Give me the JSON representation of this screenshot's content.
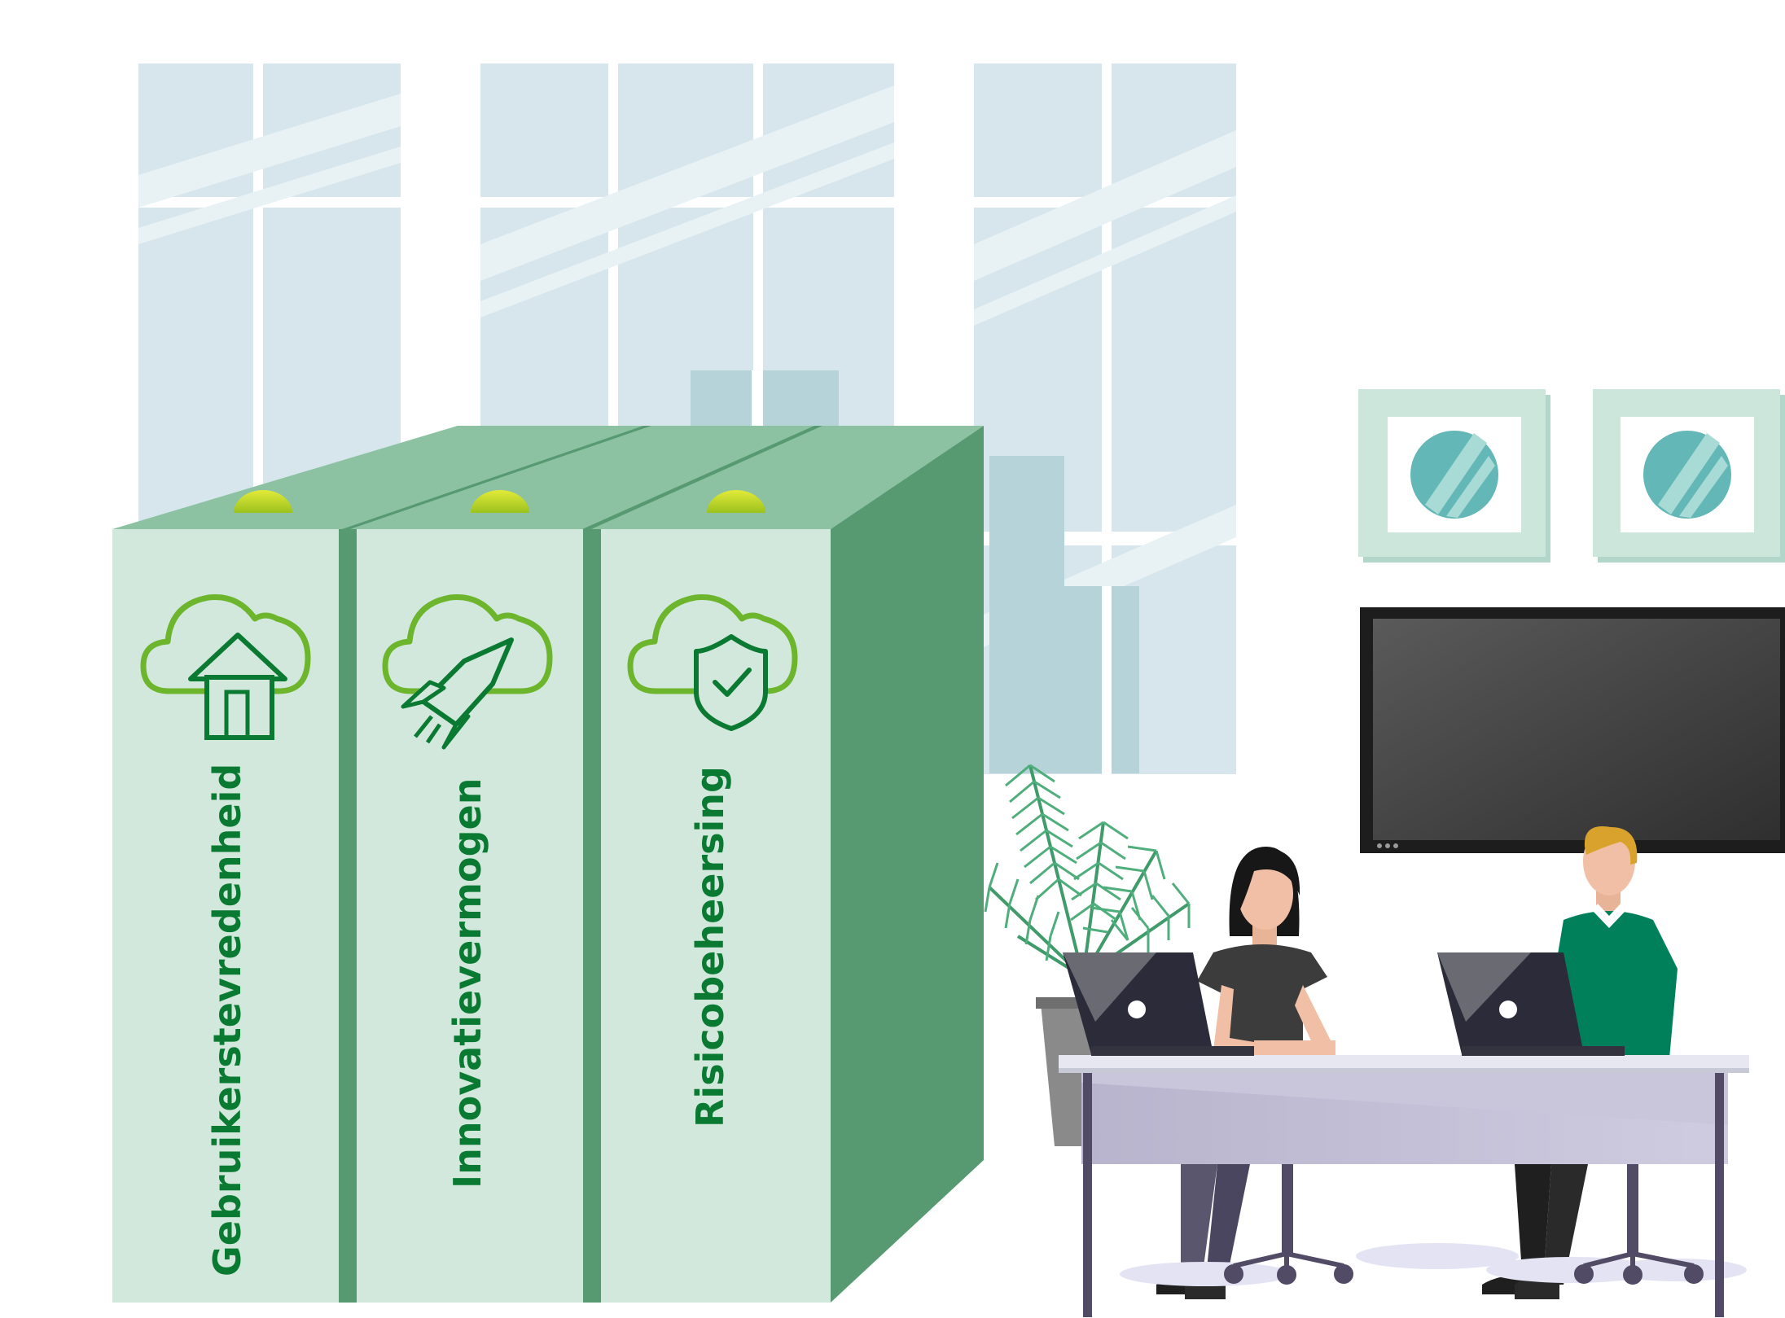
{
  "binders": [
    {
      "label": "Gebruikerstevredenheid",
      "icon": "cloud-house-icon"
    },
    {
      "label": "Innovatievermogen",
      "icon": "cloud-rocket-icon"
    },
    {
      "label": "Risicobeheersing",
      "icon": "cloud-shield-check-icon"
    }
  ],
  "colors": {
    "binder_spine": "#d2e8dc",
    "binder_top": "#8cc2a2",
    "binder_side": "#579a72",
    "label_green": "#0a7a32",
    "icon_lime": "#6cb52d",
    "window": "#d6e6ec",
    "desk_top": "#e6e7f0",
    "desk_panel": "#bab6cf",
    "screen": "#3e3e3e",
    "sweater_green": "#00805a"
  }
}
